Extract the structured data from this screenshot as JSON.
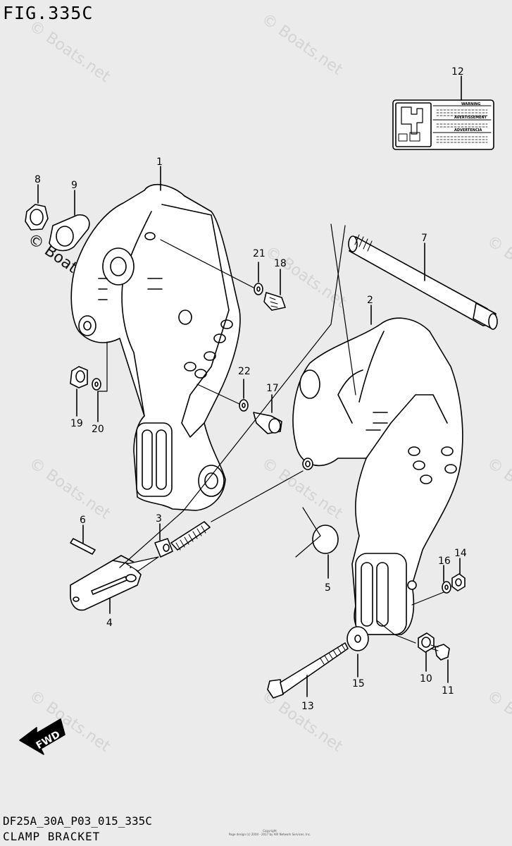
{
  "figure_title": "FIG.335C",
  "diagram_code": "DF25A_30A_P03_015_335C",
  "diagram_name": "CLAMP BRACKET",
  "copyright_lines": [
    "Copyright",
    "Page design (c) 2004 - 2017 by ARI Network Services, Inc."
  ],
  "watermark": "© Boats.net",
  "fwd_label": "FWD",
  "warning_label": {
    "lines": [
      "WARNING",
      "AVERTISSEMENT",
      "ADVERTENCIA"
    ]
  },
  "part_numbers": [
    {
      "id": "1",
      "label": "1"
    },
    {
      "id": "2",
      "label": "2"
    },
    {
      "id": "3",
      "label": "3"
    },
    {
      "id": "4",
      "label": "4"
    },
    {
      "id": "5",
      "label": "5"
    },
    {
      "id": "6",
      "label": "6"
    },
    {
      "id": "7",
      "label": "7"
    },
    {
      "id": "8",
      "label": "8"
    },
    {
      "id": "9",
      "label": "9"
    },
    {
      "id": "10",
      "label": "10"
    },
    {
      "id": "11",
      "label": "11"
    },
    {
      "id": "12",
      "label": "12"
    },
    {
      "id": "13",
      "label": "13"
    },
    {
      "id": "14",
      "label": "14"
    },
    {
      "id": "15",
      "label": "15"
    },
    {
      "id": "16",
      "label": "16"
    },
    {
      "id": "17",
      "label": "17"
    },
    {
      "id": "18",
      "label": "18"
    },
    {
      "id": "19",
      "label": "19"
    },
    {
      "id": "20",
      "label": "20"
    },
    {
      "id": "21",
      "label": "21"
    },
    {
      "id": "22",
      "label": "22"
    }
  ]
}
